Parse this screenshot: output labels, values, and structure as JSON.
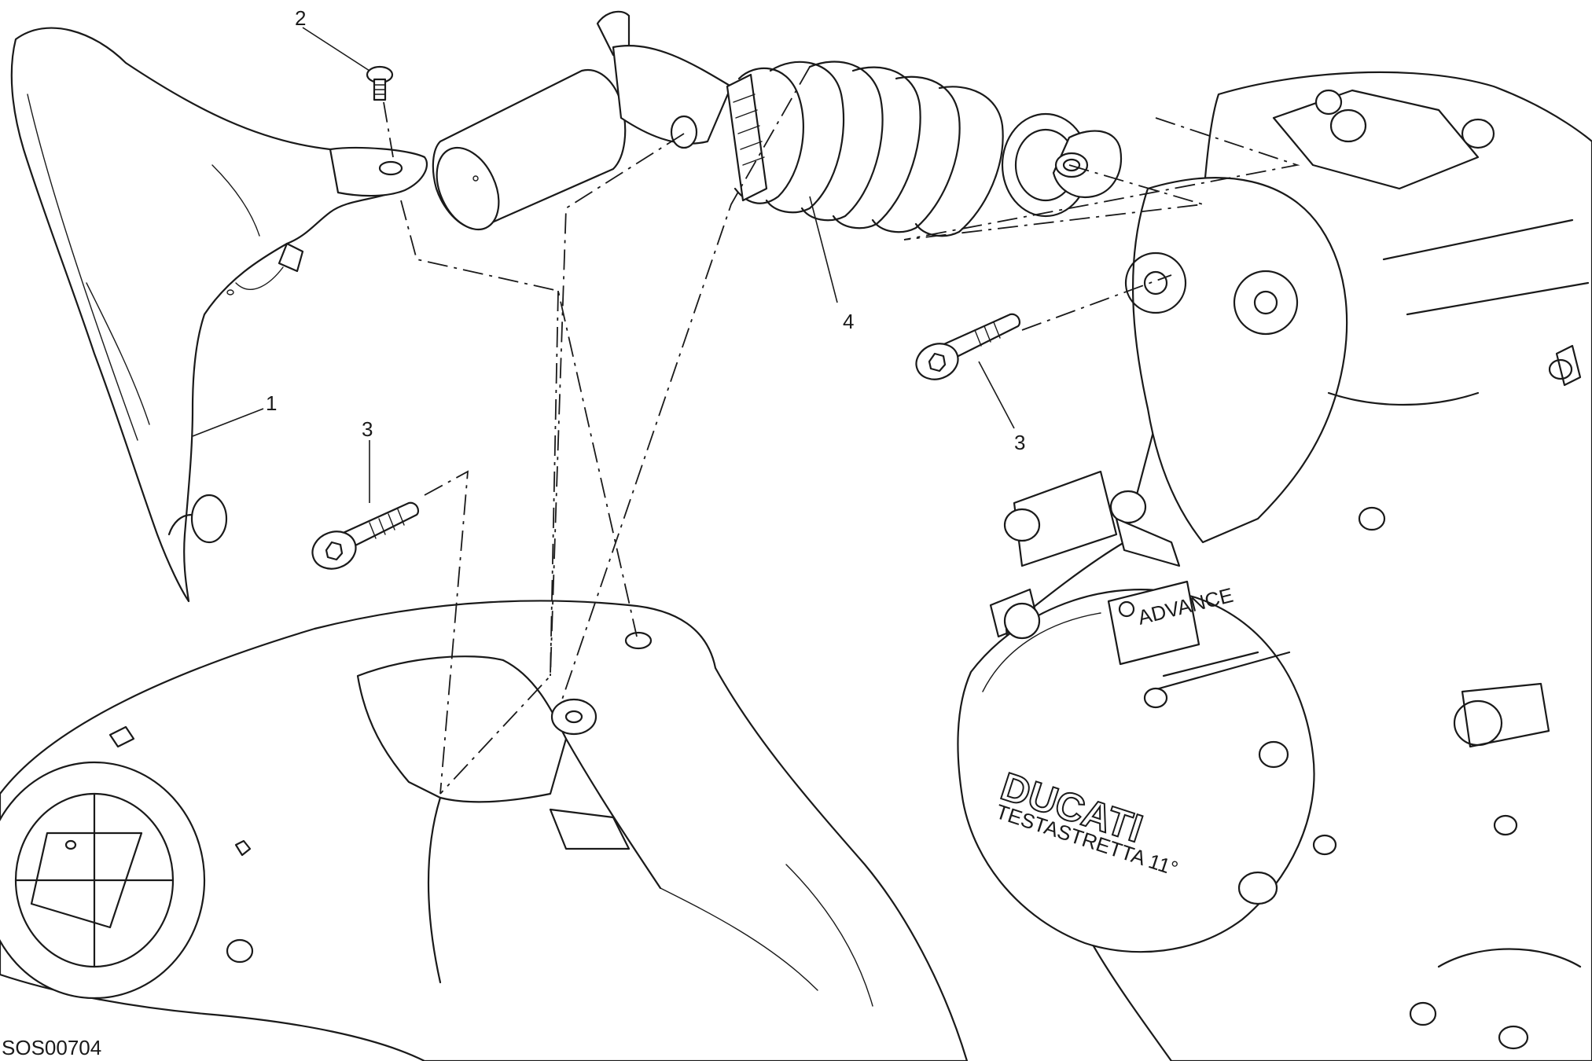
{
  "callouts": {
    "c1": "1",
    "c2": "2",
    "c3a": "3",
    "c3b": "3",
    "c4": "4"
  },
  "cover_brand": "DUCATI",
  "cover_subtitle": "TESTASTRETTA 11°",
  "plate_brand": "ADVANCE",
  "drawing_code": "SOS00704"
}
